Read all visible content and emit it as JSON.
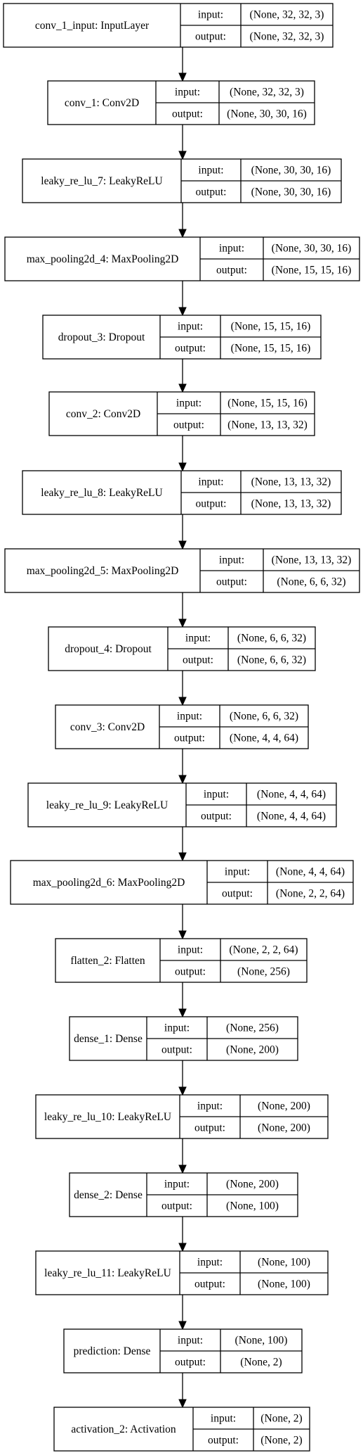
{
  "diagram": {
    "input_label": "input:",
    "output_label": "output:",
    "layers": [
      {
        "name": "conv_1_input: InputLayer",
        "input": "(None, 32, 32, 3)",
        "output": "(None, 32, 32, 3)"
      },
      {
        "name": "conv_1: Conv2D",
        "input": "(None, 32, 32, 3)",
        "output": "(None, 30, 30, 16)"
      },
      {
        "name": "leaky_re_lu_7: LeakyReLU",
        "input": "(None, 30, 30, 16)",
        "output": "(None, 30, 30, 16)"
      },
      {
        "name": "max_pooling2d_4: MaxPooling2D",
        "input": "(None, 30, 30, 16)",
        "output": "(None, 15, 15, 16)"
      },
      {
        "name": "dropout_3: Dropout",
        "input": "(None, 15, 15, 16)",
        "output": "(None, 15, 15, 16)"
      },
      {
        "name": "conv_2: Conv2D",
        "input": "(None, 15, 15, 16)",
        "output": "(None, 13, 13, 32)"
      },
      {
        "name": "leaky_re_lu_8: LeakyReLU",
        "input": "(None, 13, 13, 32)",
        "output": "(None, 13, 13, 32)"
      },
      {
        "name": "max_pooling2d_5: MaxPooling2D",
        "input": "(None, 13, 13, 32)",
        "output": "(None, 6, 6, 32)"
      },
      {
        "name": "dropout_4: Dropout",
        "input": "(None, 6, 6, 32)",
        "output": "(None, 6, 6, 32)"
      },
      {
        "name": "conv_3: Conv2D",
        "input": "(None, 6, 6, 32)",
        "output": "(None, 4, 4, 64)"
      },
      {
        "name": "leaky_re_lu_9: LeakyReLU",
        "input": "(None, 4, 4, 64)",
        "output": "(None, 4, 4, 64)"
      },
      {
        "name": "max_pooling2d_6: MaxPooling2D",
        "input": "(None, 4, 4, 64)",
        "output": "(None, 2, 2, 64)"
      },
      {
        "name": "flatten_2: Flatten",
        "input": "(None, 2, 2, 64)",
        "output": "(None, 256)"
      },
      {
        "name": "dense_1: Dense",
        "input": "(None, 256)",
        "output": "(None, 200)"
      },
      {
        "name": "leaky_re_lu_10: LeakyReLU",
        "input": "(None, 200)",
        "output": "(None, 200)"
      },
      {
        "name": "dense_2: Dense",
        "input": "(None, 200)",
        "output": "(None, 100)"
      },
      {
        "name": "leaky_re_lu_11: LeakyReLU",
        "input": "(None, 100)",
        "output": "(None, 100)"
      },
      {
        "name": "prediction: Dense",
        "input": "(None, 100)",
        "output": "(None, 2)"
      },
      {
        "name": "activation_2: Activation",
        "input": "(None, 2)",
        "output": "(None, 2)"
      }
    ]
  }
}
